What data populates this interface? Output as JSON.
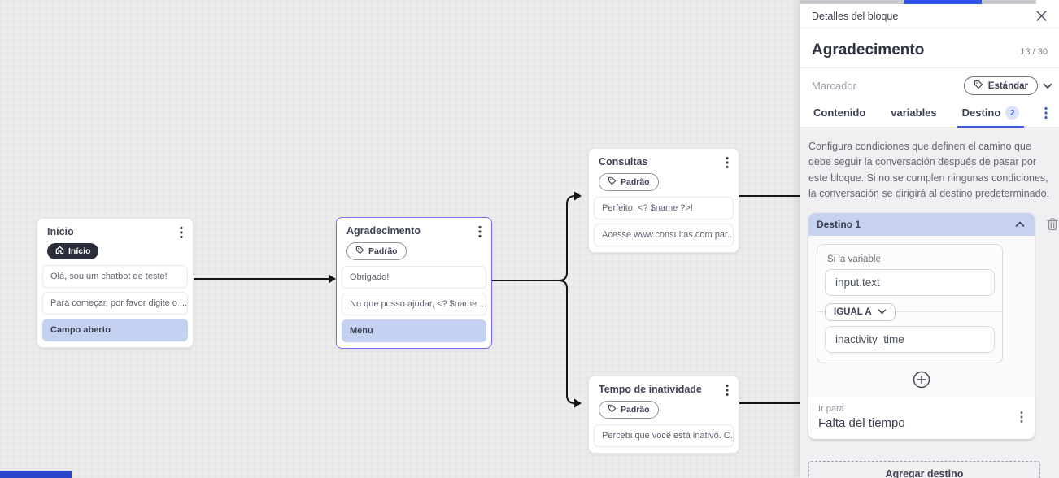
{
  "canvas": {
    "nodes": [
      {
        "title": "Início",
        "badge": {
          "label": "Início",
          "style": "dark"
        },
        "items": [
          {
            "text": "Olá, sou um chatbot de teste!"
          },
          {
            "text": "Para começar, por favor digite o ..."
          },
          {
            "text": "Campo aberto",
            "highlight": true
          }
        ]
      },
      {
        "title": "Agradecimento",
        "badge": {
          "label": "Padrão",
          "style": "outline"
        },
        "items": [
          {
            "text": "Obrigado!"
          },
          {
            "text": "No que posso ajudar, <? $name ..."
          },
          {
            "text": "Menu",
            "highlight": true
          }
        ]
      },
      {
        "title": "Consultas",
        "badge": {
          "label": "Padrão",
          "style": "outline"
        },
        "items": [
          {
            "text": "Perfeito, <? $name ?>!"
          },
          {
            "text": "Acesse www.consultas.com par..."
          }
        ]
      },
      {
        "title": "Tempo de inatividade",
        "badge": {
          "label": "Padrão",
          "style": "outline"
        },
        "items": [
          {
            "text": "Percebi que você está inativo. C..."
          }
        ]
      }
    ]
  },
  "panel": {
    "header": "Detalles del bloque",
    "title": "Agradecimento",
    "counter": "13 / 30",
    "marker_placeholder": "Marcador",
    "marker_badge": "Estándar",
    "tabs": {
      "contenido": "Contenido",
      "variables": "variables",
      "destino": "Destino",
      "destino_count": "2"
    },
    "description": "Configura condiciones que definen el camino que debe seguir la conversación después de pasar por este bloque. Si no se cumplen ningunas condiciones, la conversación se dirigirá al destino predeterminado.",
    "destination": {
      "header": "Destino 1",
      "condition_label": "Si la variable",
      "variable_value": "input.text",
      "operator": "IGUAL A",
      "compare_value": "inactivity_time",
      "goto_label": "Ir para",
      "goto_value": "Falta del tiempo"
    },
    "add_destination_label": "Agregar destino"
  },
  "colors": {
    "accent_blue": "#3b5bdb",
    "selection_purple": "#7b6cf0",
    "highlight_periwinkle": "#c5d1f1",
    "dark_badge": "#2b2e3a",
    "edge_black": "#141414",
    "panel_bg": "#f0f0f2"
  }
}
